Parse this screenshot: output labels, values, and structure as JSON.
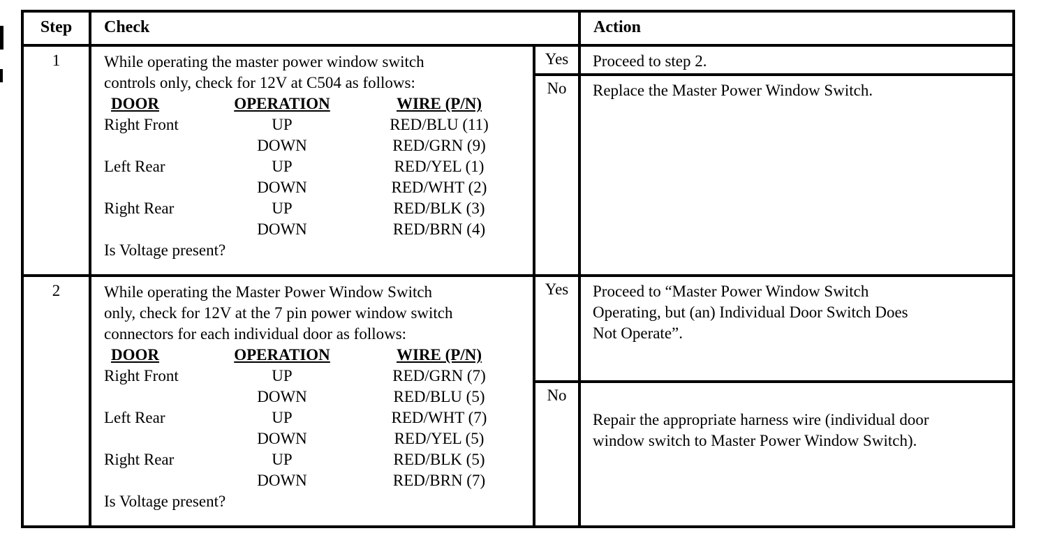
{
  "table": {
    "headers": {
      "step": "Step",
      "check": "Check",
      "action": "Action"
    },
    "wire_headers": {
      "door": "DOOR",
      "operation": "OPERATION",
      "wire": "WIRE (P/N)"
    },
    "steps": [
      {
        "number": "1",
        "intro_lines": [
          "While operating the master power window switch",
          "controls only, check for 12V at C504 as follows:"
        ],
        "wire_rows": [
          {
            "door": "Right Front",
            "operation": "UP",
            "wire": "RED/BLU (11)"
          },
          {
            "door": "",
            "operation": "DOWN",
            "wire": "RED/GRN (9)"
          },
          {
            "door": "Left Rear",
            "operation": "UP",
            "wire": "RED/YEL (1)"
          },
          {
            "door": "",
            "operation": "DOWN",
            "wire": "RED/WHT (2)"
          },
          {
            "door": "Right Rear",
            "operation": "UP",
            "wire": "RED/BLK (3)"
          },
          {
            "door": "",
            "operation": "DOWN",
            "wire": "RED/BRN (4)"
          }
        ],
        "question": "Is Voltage present?",
        "outcomes": [
          {
            "label": "Yes",
            "action": "Proceed to step 2.",
            "action_lines": [
              "Proceed to step 2."
            ]
          },
          {
            "label": "No",
            "action": "Replace the Master Power Window Switch.",
            "action_lines": [
              "Replace the Master Power Window Switch."
            ]
          }
        ]
      },
      {
        "number": "2",
        "intro_lines": [
          "While operating the Master Power Window Switch",
          "only, check for 12V at the 7 pin power window switch",
          "connectors for each individual door as follows:"
        ],
        "wire_rows": [
          {
            "door": "Right Front",
            "operation": "UP",
            "wire": "RED/GRN (7)"
          },
          {
            "door": "",
            "operation": "DOWN",
            "wire": "RED/BLU (5)"
          },
          {
            "door": "Left Rear",
            "operation": "UP",
            "wire": "RED/WHT (7)"
          },
          {
            "door": "",
            "operation": "DOWN",
            "wire": "RED/YEL (5)"
          },
          {
            "door": "Right Rear",
            "operation": "UP",
            "wire": "RED/BLK (5)"
          },
          {
            "door": "",
            "operation": "DOWN",
            "wire": "RED/BRN (7)"
          }
        ],
        "question": "Is Voltage present?",
        "outcomes": [
          {
            "label": "Yes",
            "action": "Proceed to “Master Power Window Switch Operating, but (an) Individual Door Switch Does Not Operate”.",
            "action_lines": [
              "Proceed to “Master Power Window Switch",
              "Operating, but (an) Individual Door Switch Does",
              "Not Operate”."
            ]
          },
          {
            "label": "No",
            "action": "Repair the appropriate harness wire (individual door window switch to Master Power Window Switch).",
            "action_lines": [
              "Repair the appropriate harness wire (individual door",
              "window switch to Master Power Window Switch)."
            ]
          }
        ]
      }
    ]
  }
}
